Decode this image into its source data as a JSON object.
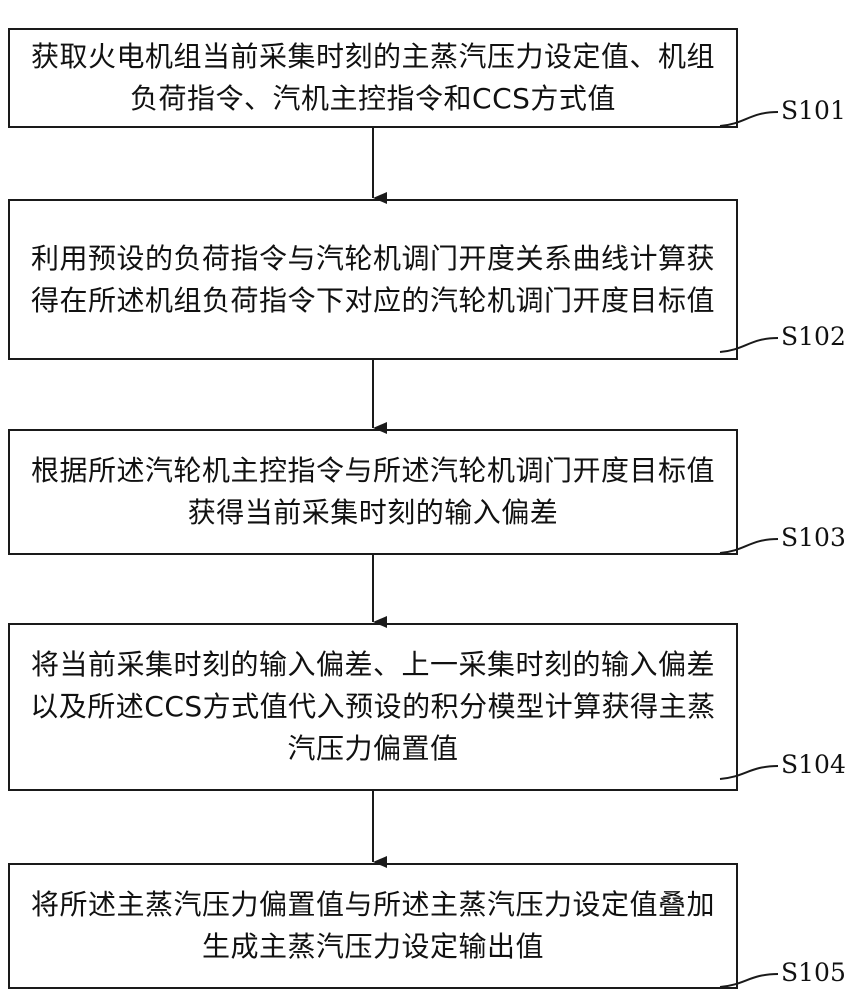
{
  "steps": [
    {
      "id": "S101",
      "text": "获取火电机组当前采集时刻的主蒸汽压力设定值、机组负荷指令、汽机主控指令和CCS方式值"
    },
    {
      "id": "S102",
      "text": "利用预设的负荷指令与汽轮机调门开度关系曲线计算获得在所述机组负荷指令下对应的汽轮机调门开度目标值"
    },
    {
      "id": "S103",
      "text": "根据所述汽轮机主控指令与所述汽轮机调门开度目标值获得当前采集时刻的输入偏差"
    },
    {
      "id": "S104",
      "text": "将当前采集时刻的输入偏差、上一采集时刻的输入偏差以及所述CCS方式值代入预设的积分模型计算获得主蒸汽压力偏置值"
    },
    {
      "id": "S105",
      "text": "将所述主蒸汽压力偏置值与所述主蒸汽压力设定值叠加生成主蒸汽压力设定输出值"
    }
  ]
}
